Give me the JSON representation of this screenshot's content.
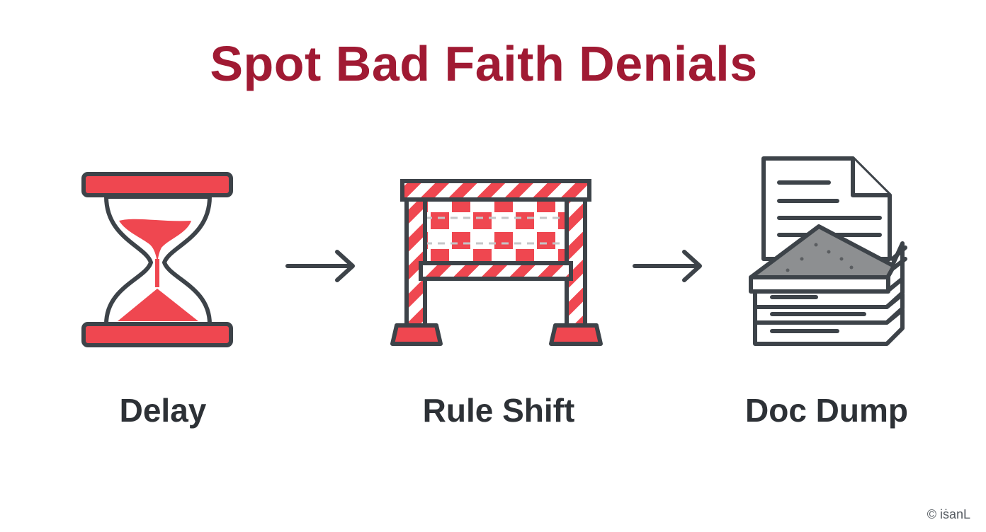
{
  "title": "Spot Bad Faith Denials",
  "steps": [
    {
      "label": "Delay",
      "icon": "hourglass-icon"
    },
    {
      "label": "Rule Shift",
      "icon": "barrier-icon"
    },
    {
      "label": "Doc Dump",
      "icon": "document-pile-icon"
    }
  ],
  "arrows": [
    "arrow-right-icon",
    "arrow-right-icon"
  ],
  "watermark": "© iṡanL",
  "colors": {
    "title": "#a01a33",
    "accent": "#ef4750",
    "outline": "#3d4349",
    "label": "#2d3136",
    "pile": "#8d8f91"
  }
}
